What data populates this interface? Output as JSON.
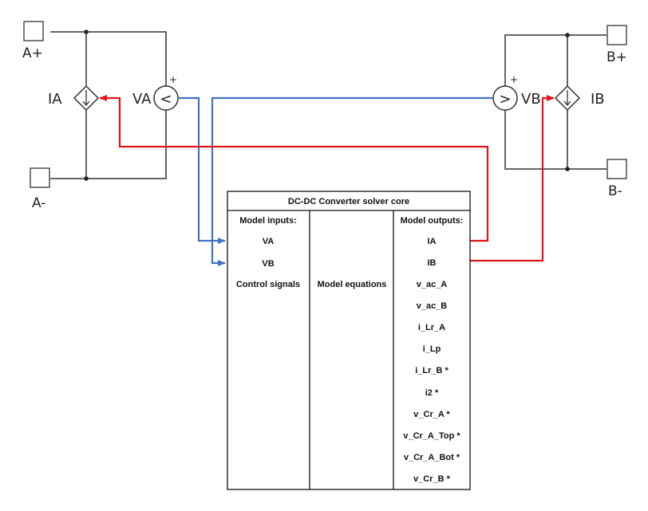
{
  "terminals": {
    "a_plus": "A+",
    "a_minus": "A-",
    "b_plus": "B+",
    "b_minus": "B-"
  },
  "sources": {
    "ia": "IA",
    "va": "VA",
    "vb": "VB",
    "ib": "IB",
    "va_symbol": "<",
    "vb_symbol": ">",
    "plus_sign": "+"
  },
  "solver": {
    "title": "DC-DC Converter solver core",
    "inputs_header": "Model inputs:",
    "inputs": [
      "VA",
      "VB",
      "Control signals"
    ],
    "equations": "Model equations",
    "outputs_header": "Model outputs:",
    "outputs": [
      "IA",
      "IB",
      "v_ac_A",
      "v_ac_B",
      "i_Lr_A",
      "i_Lp",
      "i_Lr_B *",
      "i2 *",
      "v_Cr_A *",
      "v_Cr_A_Top *",
      "v_Cr_A_Bot *",
      "v_Cr_B *"
    ]
  },
  "colors": {
    "voltage_signal": "#4472c4",
    "current_signal": "#e0161b"
  }
}
